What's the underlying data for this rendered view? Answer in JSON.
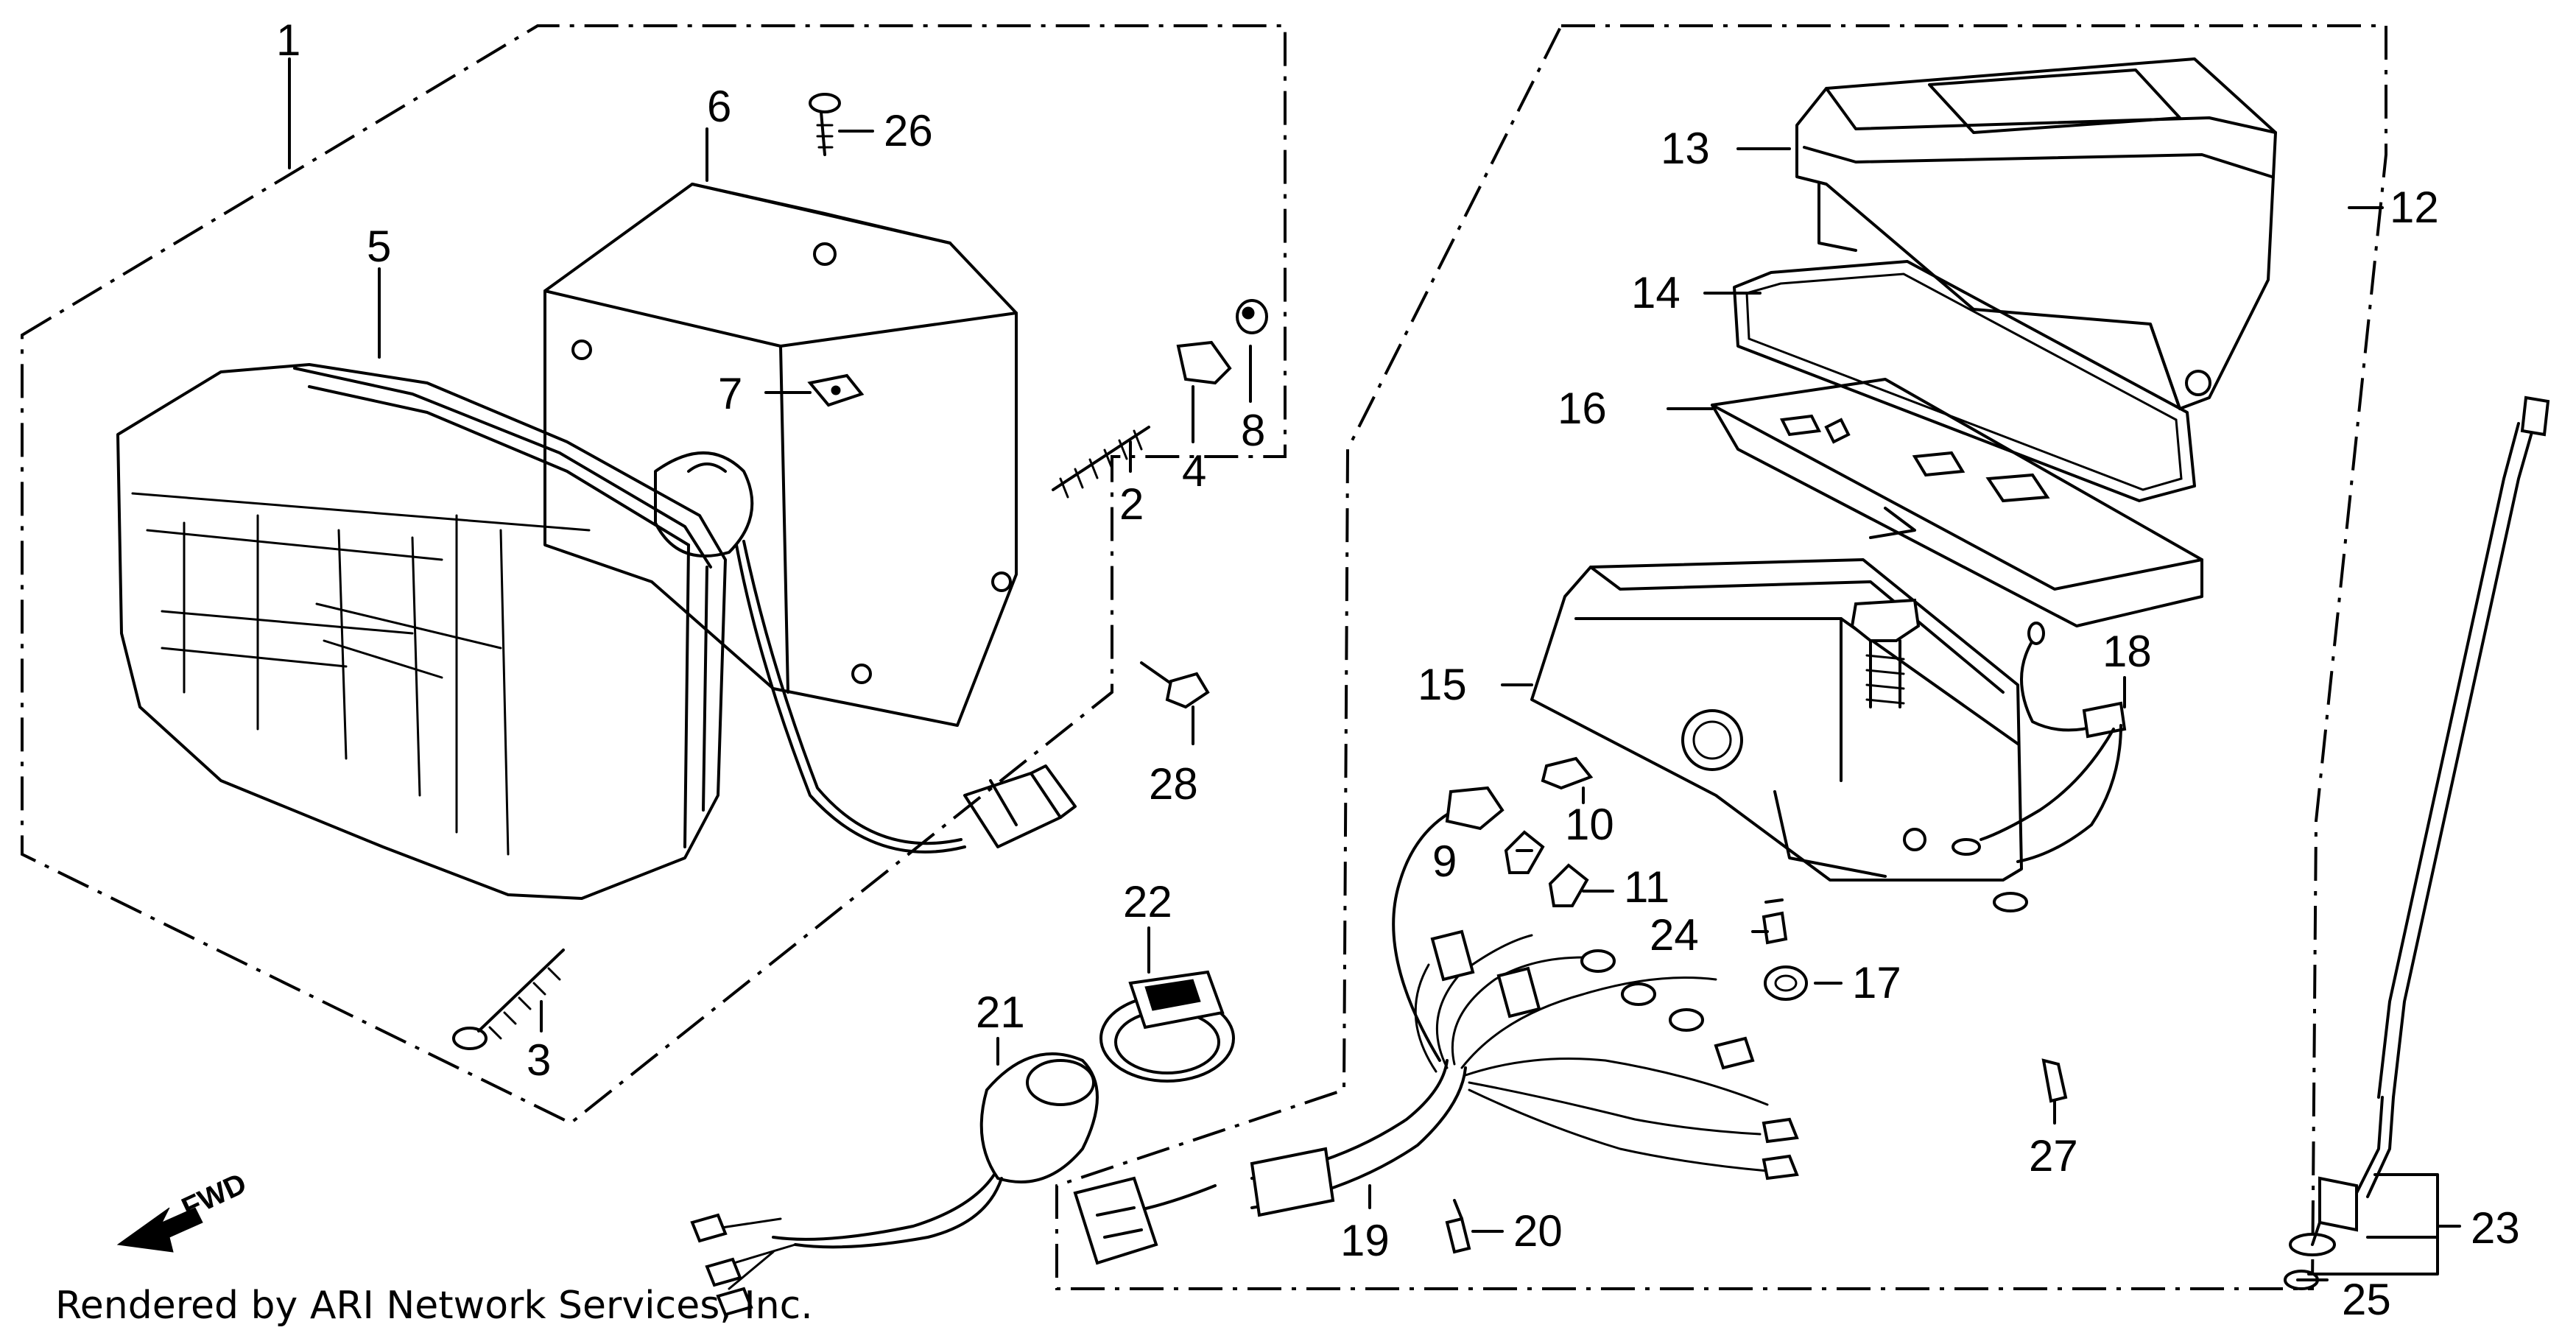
{
  "callouts": {
    "c1": "1",
    "c2": "2",
    "c3": "3",
    "c4": "4",
    "c5": "5",
    "c6": "6",
    "c7": "7",
    "c8": "8",
    "c9": "9",
    "c10": "10",
    "c11": "11",
    "c12": "12",
    "c13": "13",
    "c14": "14",
    "c15": "15",
    "c16": "16",
    "c17": "17",
    "c18": "18",
    "c19": "19",
    "c20": "20",
    "c21": "21",
    "c22": "22",
    "c23": "23",
    "c24": "24",
    "c25": "25",
    "c26": "26",
    "c27": "27",
    "c28": "28"
  },
  "direction_label": "FWD",
  "credit": "Rendered by ARI Network Services, Inc."
}
